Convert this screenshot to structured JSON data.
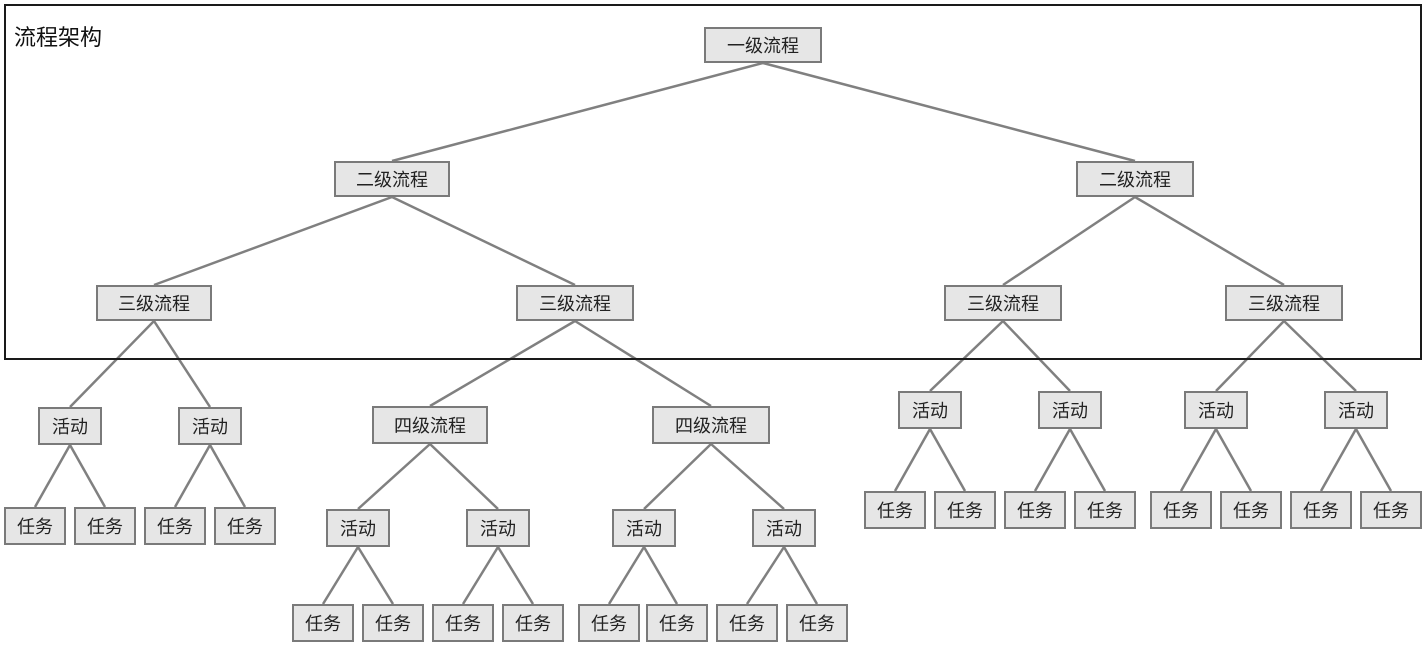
{
  "frame": {
    "title": "流程架构"
  },
  "nodes": {
    "l1": "一级流程",
    "l2a": "二级流程",
    "l2b": "二级流程",
    "l3a": "三级流程",
    "l3b": "三级流程",
    "l3c": "三级流程",
    "l3d": "三级流程",
    "l4a": "四级流程",
    "l4b": "四级流程",
    "act1": "活动",
    "act2": "活动",
    "act3": "活动",
    "act4": "活动",
    "act5": "活动",
    "act6": "活动",
    "act7": "活动",
    "act8": "活动",
    "act9": "活动",
    "act10": "活动",
    "t1": "任务",
    "t2": "任务",
    "t3": "任务",
    "t4": "任务",
    "t5": "任务",
    "t6": "任务",
    "t7": "任务",
    "t8": "任务",
    "t9": "任务",
    "t10": "任务",
    "t11": "任务",
    "t12": "任务",
    "t13": "任务",
    "t14": "任务",
    "t15": "任务",
    "t16": "任务",
    "t17": "任务",
    "t18": "任务",
    "t19": "任务",
    "t20": "任务"
  }
}
